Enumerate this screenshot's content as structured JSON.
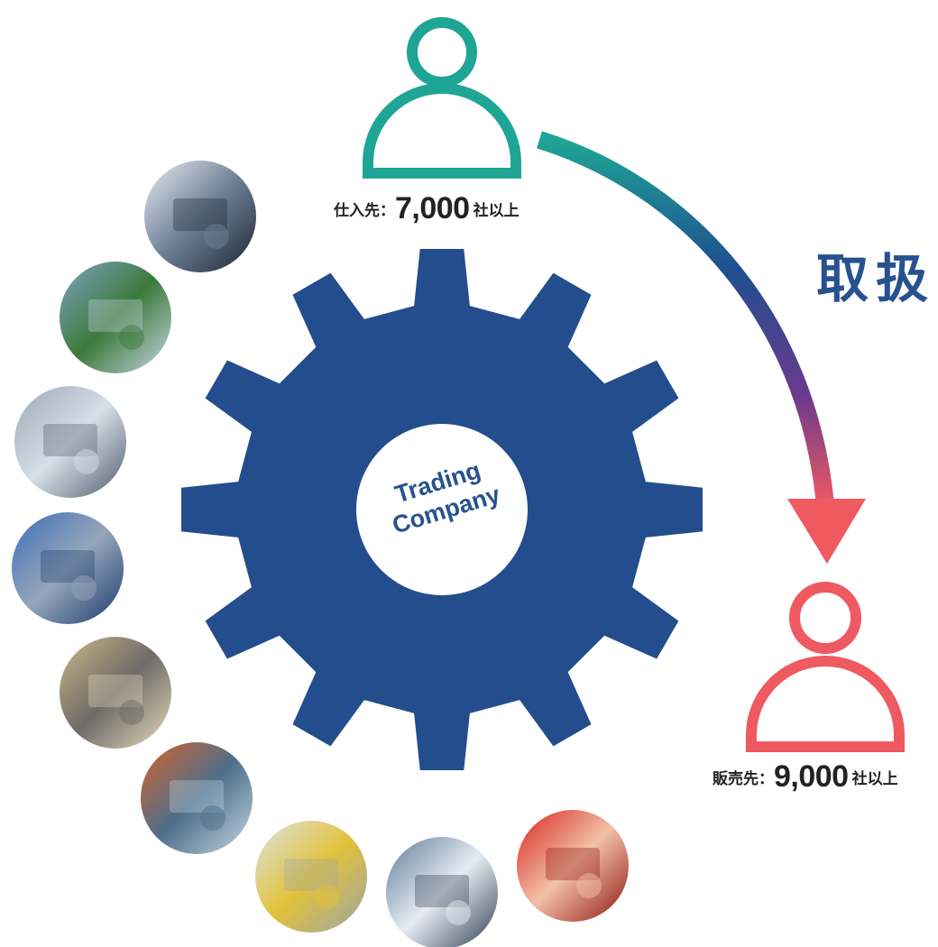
{
  "center": {
    "line1": "Trading",
    "line2": "Company"
  },
  "supplier": {
    "prefix": "仕入先：",
    "count": "7,000",
    "suffix": "社以上",
    "color": "#1fa595"
  },
  "customer": {
    "prefix": "販売先：",
    "count": "9,000",
    "suffix": "社以上",
    "color": "#ee5a60"
  },
  "handling": {
    "title": "取扱",
    "arrow_gradient": [
      "#1fa595",
      "#1f4f8f",
      "#6b3a8e",
      "#ee5a60"
    ]
  },
  "gear": {
    "color": "#244d8d"
  },
  "photos": [
    {
      "name": "control-panel-photo",
      "colors": [
        "#e8eef4",
        "#6e7f95",
        "#1a2633"
      ]
    },
    {
      "name": "gauge-meter-photo",
      "colors": [
        "#7fa4c8",
        "#3c7a3a",
        "#c8d7e6"
      ]
    },
    {
      "name": "industrial-plant-photo",
      "colors": [
        "#9aa8b8",
        "#d7dfe6",
        "#4d5b6b"
      ]
    },
    {
      "name": "pump-pipes-photo",
      "colors": [
        "#3b6fb8",
        "#95a6bb",
        "#1c3a6e"
      ]
    },
    {
      "name": "conveyor-grain-photo",
      "colors": [
        "#c9b98a",
        "#6e6a66",
        "#e8dcc0"
      ]
    },
    {
      "name": "robot-arm-photo",
      "colors": [
        "#d8642a",
        "#4d6e8a",
        "#c7d6e3"
      ]
    },
    {
      "name": "pressure-regulator-photo",
      "colors": [
        "#dbe4e6",
        "#e2c23a",
        "#9aa5a9"
      ]
    },
    {
      "name": "medical-monitor-photo",
      "colors": [
        "#5f7c9a",
        "#e6ecf1",
        "#2b3d52"
      ]
    },
    {
      "name": "fire-extinguisher-photo",
      "colors": [
        "#d8241f",
        "#f2c0a8",
        "#8e1410"
      ]
    }
  ]
}
